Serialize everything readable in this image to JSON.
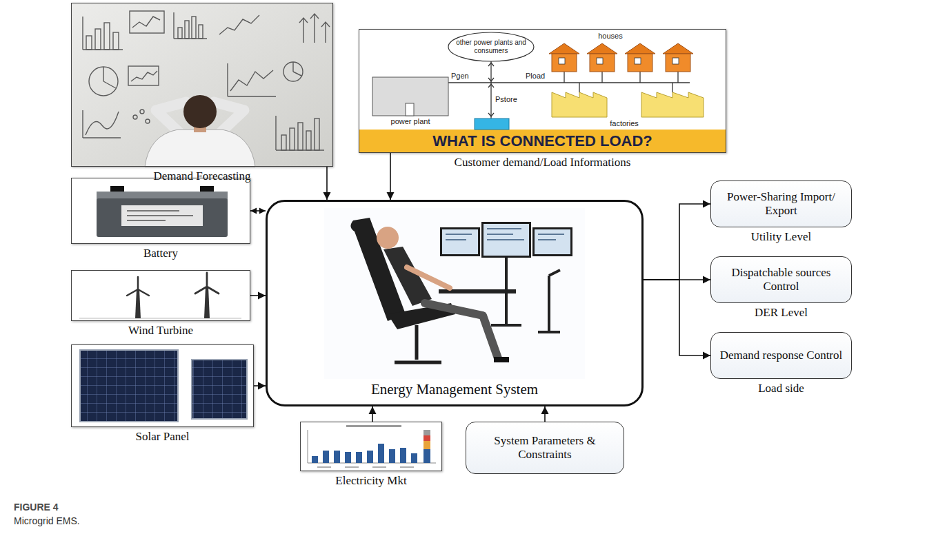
{
  "diagram": {
    "caption": "Microgrid EMS.",
    "nodes": [
      {
        "text": [
          "Demand Forecasting"
        ]
      },
      {
        "text": [
          "Customer demand/Load Informations"
        ]
      },
      {
        "text": [
          "Battery"
        ]
      },
      {
        "text": [
          "Wind Turbine"
        ]
      },
      {
        "text": [
          "Solar Panel"
        ]
      },
      {
        "text": [
          "Energy Management System"
        ]
      },
      {
        "text": [
          "Electricity Mkt"
        ]
      },
      {
        "text": [
          "System Parameters & Constraints"
        ]
      },
      {
        "text": [
          "Power-Sharing Import/ Export",
          "Utility Level"
        ]
      },
      {
        "text": [
          "Dispatchable sources Control",
          "DER Level"
        ]
      },
      {
        "text": [
          "Demand response Control",
          "Load side"
        ]
      }
    ],
    "edges": [
      {
        "from": 0,
        "to": 5,
        "arrow": "to"
      },
      {
        "from": 1,
        "to": 5,
        "arrow": "to"
      },
      {
        "from": 2,
        "to": 5,
        "arrow": "both"
      },
      {
        "from": 3,
        "to": 5,
        "arrow": "to"
      },
      {
        "from": 4,
        "to": 5,
        "arrow": "to"
      },
      {
        "from": 6,
        "to": 5,
        "arrow": "to"
      },
      {
        "from": 7,
        "to": 5,
        "arrow": "to"
      },
      {
        "from": 5,
        "to": 8,
        "arrow": "to"
      },
      {
        "from": 5,
        "to": 9,
        "arrow": "to"
      },
      {
        "from": 5,
        "to": 10,
        "arrow": "to"
      }
    ],
    "labels": [
      "WHAT IS CONNECTED LOAD?",
      "other power plants and consumers",
      "houses",
      "power plant",
      "factories",
      "Pgen",
      "Pload",
      "Pstore",
      "FIGURE 4"
    ]
  }
}
